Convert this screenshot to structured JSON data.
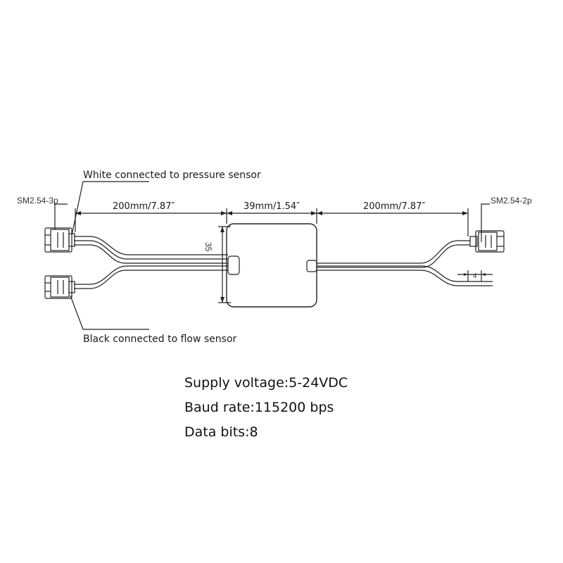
{
  "labels": {
    "white_wire": "White connected to pressure sensor",
    "black_wire": "Black connected to flow sensor",
    "left_connector": "SM2.54-3p",
    "right_connector": "SM2.54-2p"
  },
  "dimensions": {
    "left_cable": "200mm/7.87″",
    "module_width": "39mm/1.54″",
    "right_cable": "200mm/7.87″",
    "module_height": "35",
    "strip_length": "4"
  },
  "specs": [
    "Supply voltage:5-24VDC",
    "Baud rate:115200 bps",
    "Data bits:8"
  ]
}
